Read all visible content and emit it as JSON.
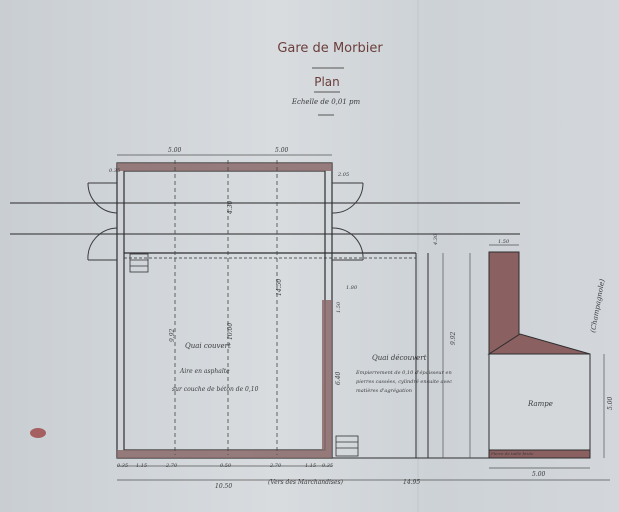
{
  "title": "Gare de Morbier",
  "subtitle": "Plan",
  "scale": "Echelle de 0,01 pm",
  "labels": {
    "quai_couvert": "Quai couvert",
    "asphalte": "Aire en asphalte",
    "beton": "sur couche de béton de 0,10",
    "quai_decouvert": "Quai découvert",
    "empierrement": "Empierrement de 0,10 d'épaisseur en",
    "pierres": "pierres cassées, cylindré ensuite avec",
    "agregation": "matières d'agrégation",
    "rampe": "Rampe",
    "route_bottom": "(Vers des Marchandises)",
    "route_right": "(Champagnole)",
    "pierre_taille": "Pierre de taille brute"
  },
  "dims": {
    "top_left": "5.00",
    "top_right": "5.00",
    "left_upper": "0.35",
    "right_upper": "2.05",
    "center_v": "4.30",
    "center_v2": "14.50",
    "mid_right": "1.50",
    "right_small": "1.80",
    "left_long": "9.92",
    "center_long": "10.00",
    "inner_v": "6.40",
    "far_v": "9.92",
    "far_v2": "4.30",
    "right_rampe": "5.00",
    "rampe_top": "1.50",
    "rampe_bottom": "5.00",
    "bottom_total": "10.50",
    "bottom_long": "14.95",
    "b1": "0.35",
    "b2": "1.15",
    "b3": "2.70",
    "b4": "0.50",
    "b5": "2.70",
    "b6": "1.15",
    "b7": "0.35"
  }
}
